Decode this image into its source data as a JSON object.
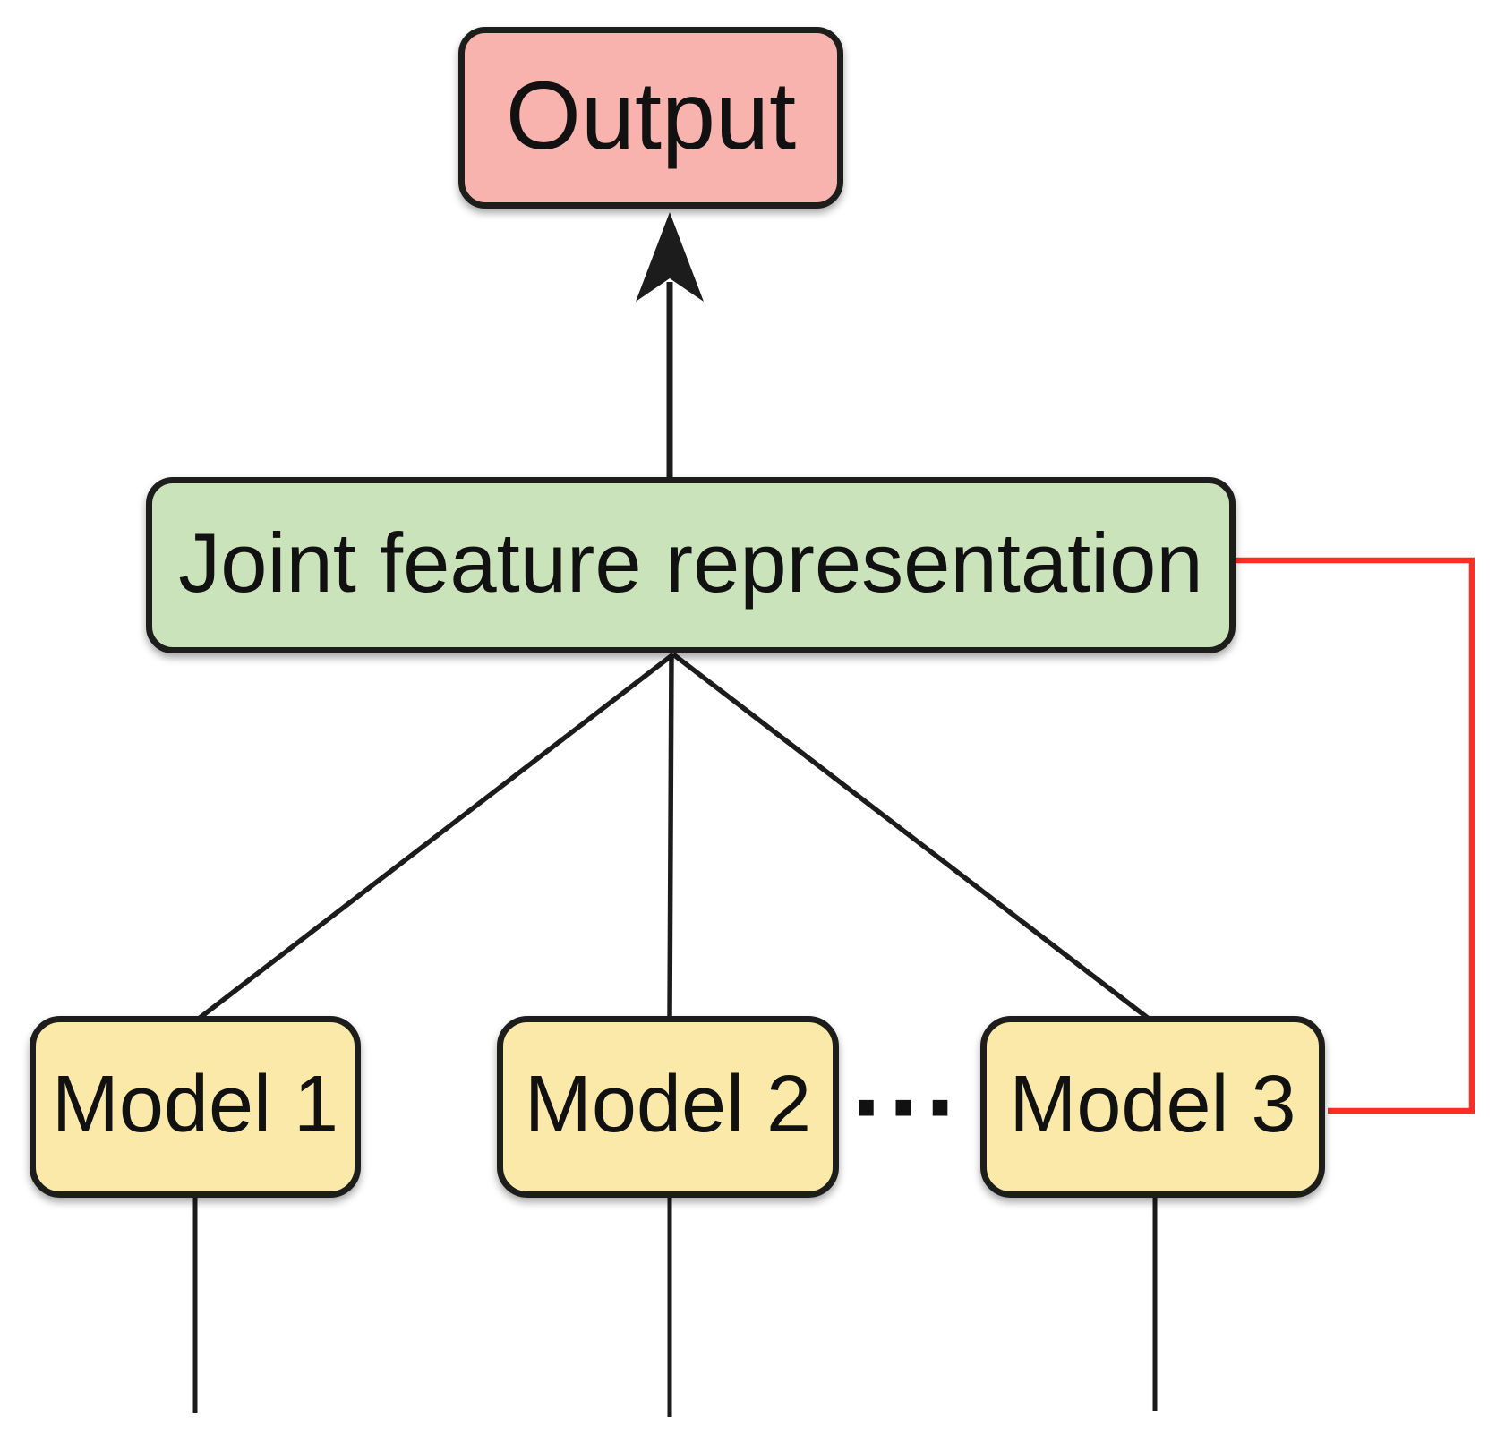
{
  "diagram": {
    "output": {
      "label": "Output"
    },
    "joint": {
      "label": "Joint feature representation"
    },
    "models": [
      {
        "label": "Model 1"
      },
      {
        "label": "Model 2"
      },
      {
        "label": "Model 3"
      }
    ],
    "ellipsis": "···"
  },
  "colors": {
    "background": "#ffffff",
    "output_fill": "#f8b3ae",
    "joint_fill": "#cbe3bb",
    "model_fill": "#fae9a9",
    "border_color": "#1d1d1b",
    "line_color": "#1c1c1c",
    "feedback_color": "#fb2d24",
    "text_color": "#111111"
  }
}
